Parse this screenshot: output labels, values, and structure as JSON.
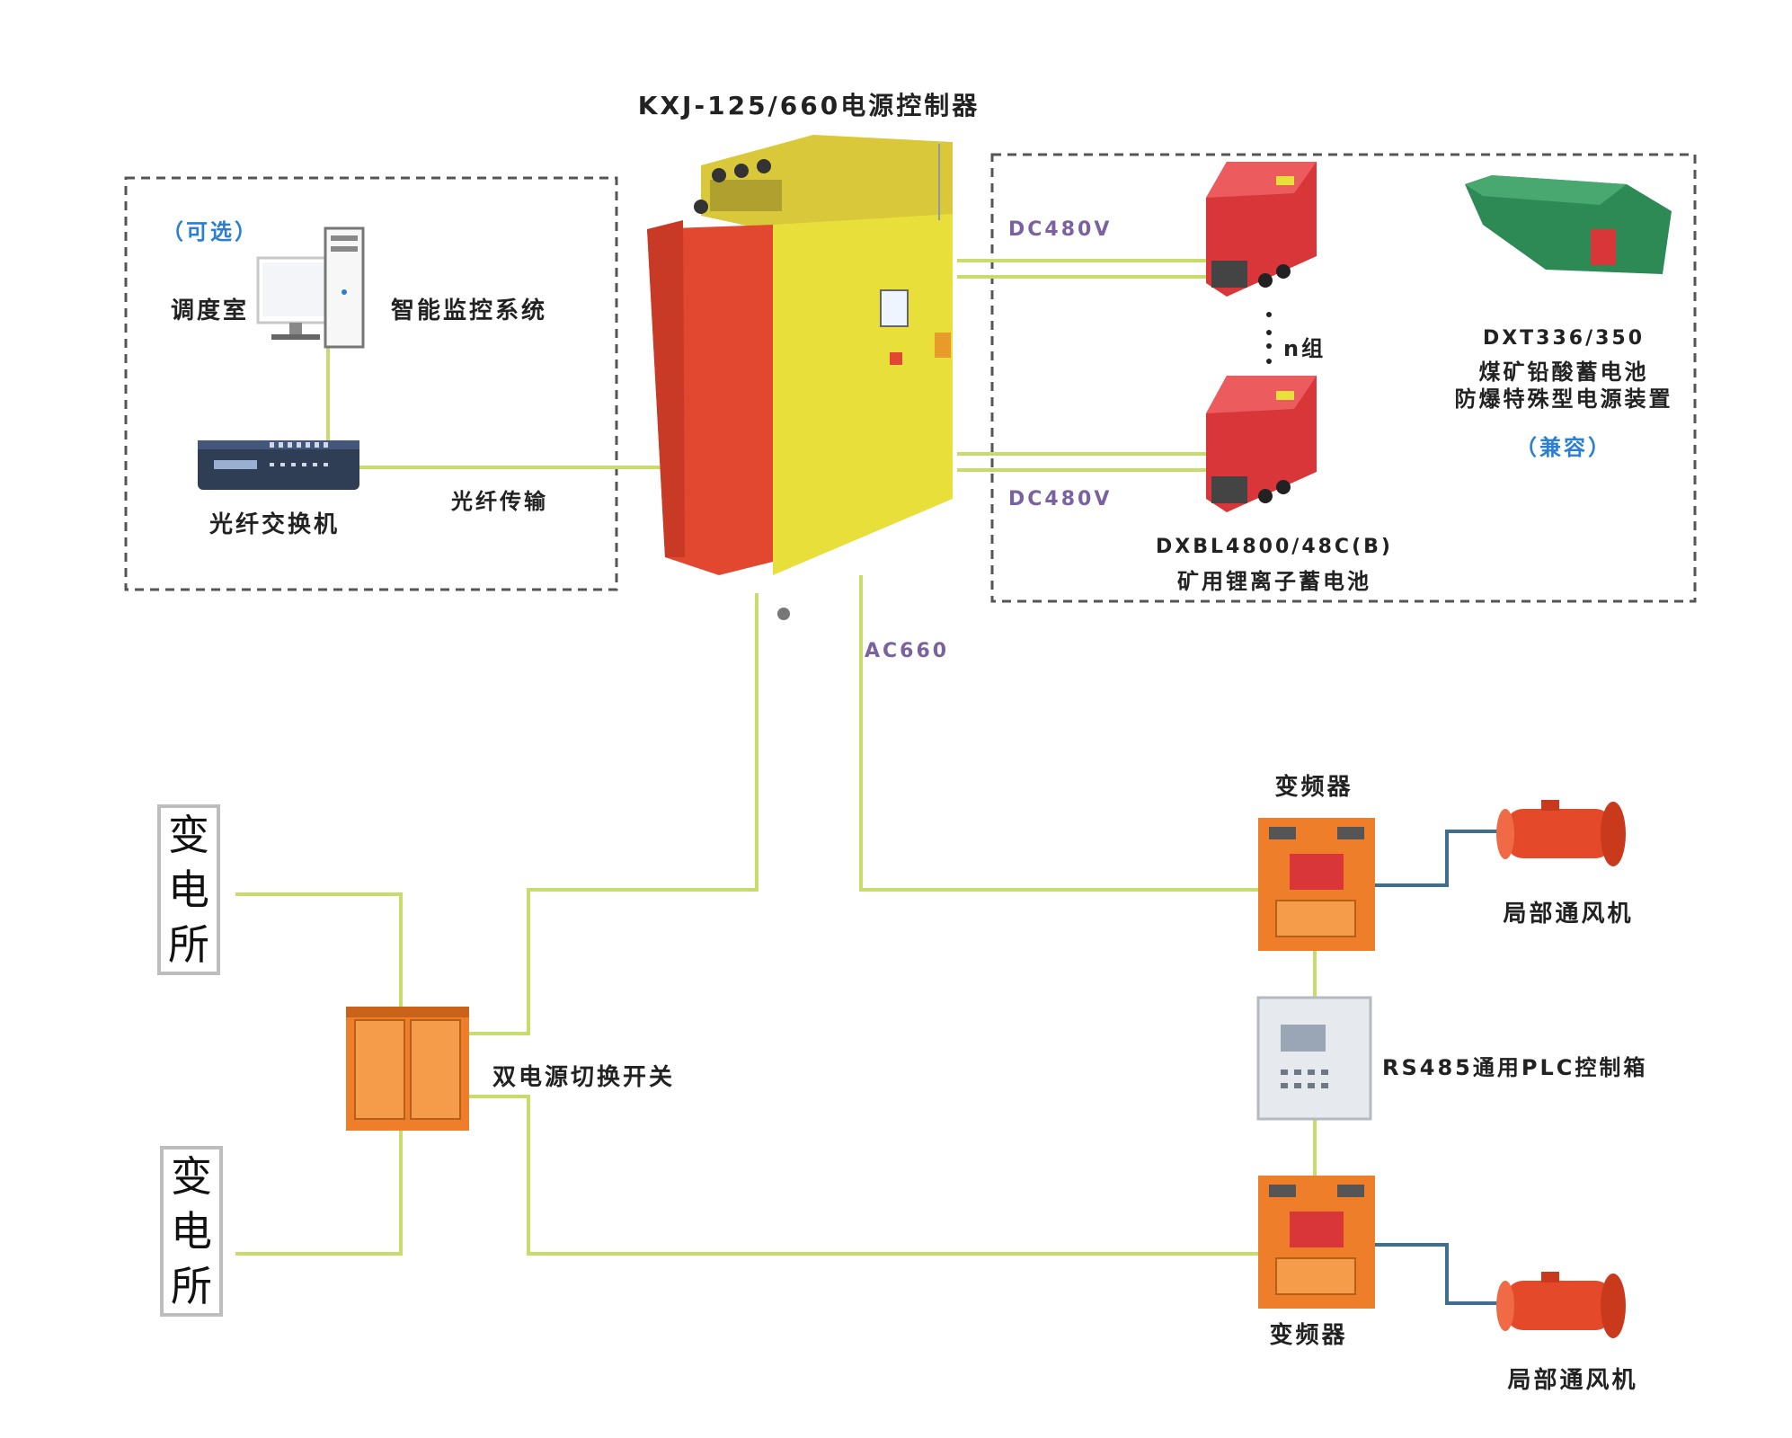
{
  "title": "KXJ-125/660电源控制器",
  "left_panel": {
    "optional": "（可选）",
    "dispatch_room": "调度室",
    "monitor_system": "智能监控系统",
    "fiber_switch": "光纤交换机",
    "fiber_transmission": "光纤传输"
  },
  "right_panel": {
    "dc_top": "DC480V",
    "dc_bottom": "DC480V",
    "n_groups": "n组",
    "lithium_model": "DXBL4800/48C(B)",
    "lithium_name": "矿用锂离子蓄电池",
    "lead_model": "DXT336/350",
    "lead_name_1": "煤矿铅酸蓄电池",
    "lead_name_2": "防爆特殊型电源装置",
    "compatible": "（兼容）"
  },
  "ac_label": "AC660",
  "substation_top": [
    "变",
    "电",
    "所"
  ],
  "substation_bottom": [
    "变",
    "电",
    "所"
  ],
  "dual_switch": "双电源切换开关",
  "vfd_top": "变频器",
  "vfd_bottom": "变频器",
  "fan_top": "局部通风机",
  "fan_bottom": "局部通风机",
  "plc_box": "RS485通用PLC控制箱",
  "colors": {
    "wire": "#c7dc6a",
    "blue_wire": "#3f6f8f",
    "dash": "#555555",
    "cabinet_yellow": "#e8df3a",
    "cabinet_red": "#e2472f",
    "battery_red": "#d9363a",
    "battery_green": "#2e8a55",
    "vfd_orange": "#ef7e2a",
    "voltage_text": "#7a62a0",
    "accent_blue": "#2b7fd0"
  }
}
